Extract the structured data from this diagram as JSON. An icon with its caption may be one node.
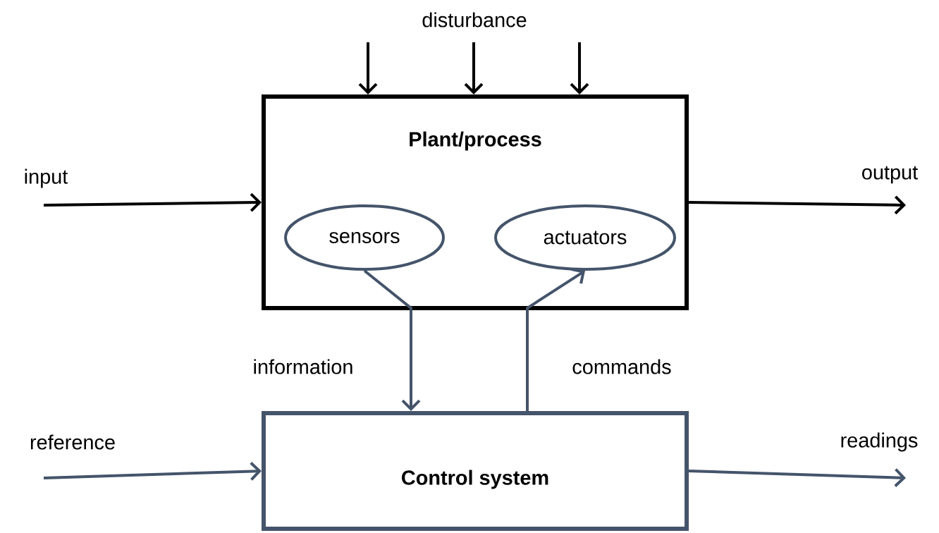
{
  "diagram": {
    "nodes": [
      {
        "text": [
          "Plant/process"
        ]
      },
      {
        "text": [
          "sensors"
        ],
        "in": 0
      },
      {
        "text": [
          "actuators"
        ],
        "in": 0
      },
      {
        "text": [
          "Control system"
        ]
      }
    ],
    "edges": [
      {
        "from": null,
        "to": 0,
        "arrow": "to",
        "label": "input"
      },
      {
        "from": 0,
        "to": null,
        "arrow": "to",
        "label": "output"
      },
      {
        "from": null,
        "to": 0,
        "arrow": "to"
      },
      {
        "from": null,
        "to": 0,
        "arrow": "to"
      },
      {
        "from": null,
        "to": 0,
        "arrow": "to"
      },
      {
        "from": 1,
        "to": 3,
        "arrow": "to",
        "label": "information",
        "color": "#44546a"
      },
      {
        "from": 3,
        "to": 2,
        "arrow": "to",
        "label": "commands",
        "color": "#44546a"
      },
      {
        "from": null,
        "to": 3,
        "arrow": "to",
        "label": "reference",
        "color": "#44546a"
      },
      {
        "from": 3,
        "to": null,
        "arrow": "to",
        "label": "readings",
        "color": "#44546a"
      }
    ],
    "labels": [
      "disturbance"
    ]
  }
}
